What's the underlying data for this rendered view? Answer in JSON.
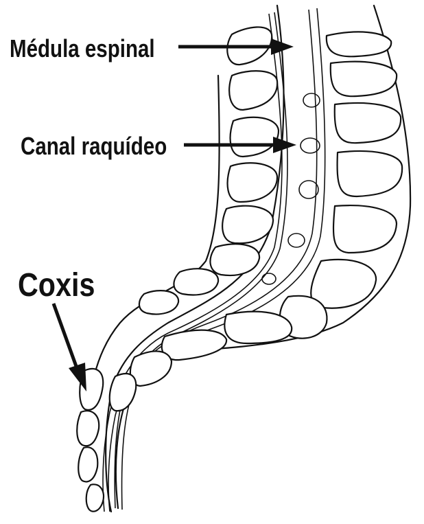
{
  "labels": {
    "spinal_cord": "Médula espinal",
    "spinal_canal": "Canal raquídeo",
    "coccyx": "Coxis"
  },
  "colors": {
    "background": "#ffffff",
    "ink": "#111111"
  }
}
